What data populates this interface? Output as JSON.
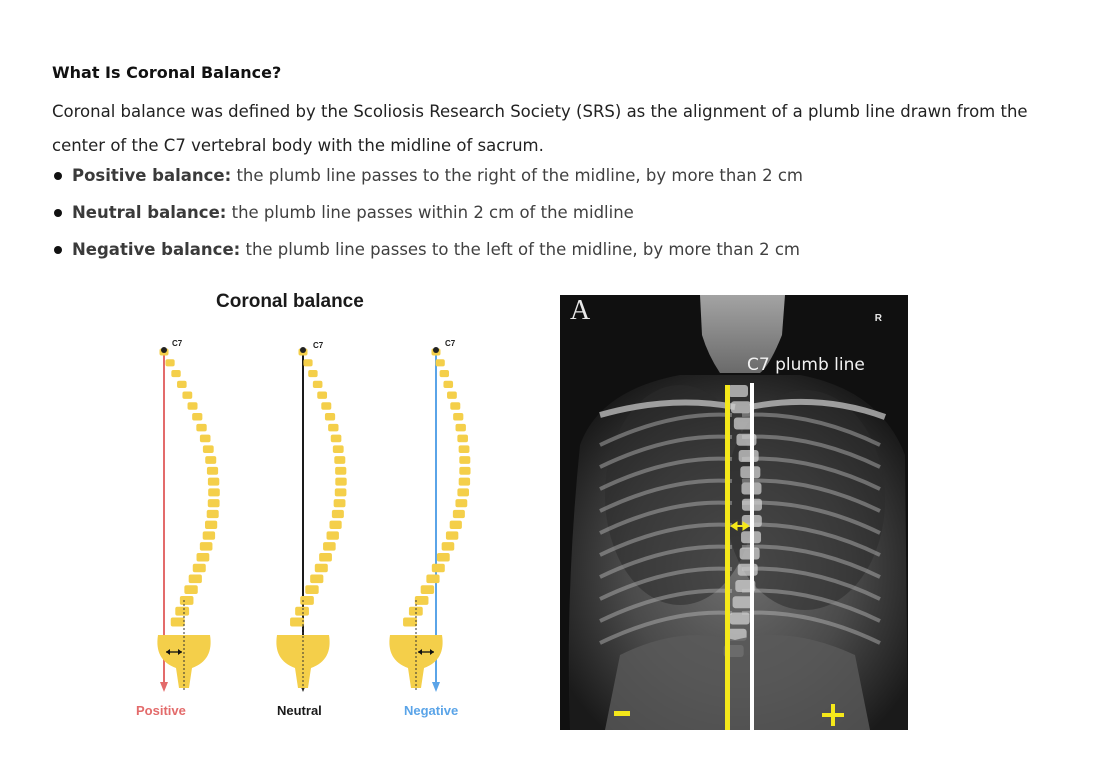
{
  "heading": "What Is Coronal Balance?",
  "paragraph": "Coronal balance was defined by the Scoliosis Research Society (SRS) as the alignment of a plumb line drawn from the center of the C7 vertebral body with the midline of sacrum.",
  "bullets": [
    {
      "term": "Positive balance:",
      "text": " the plumb line passes to the right of the midline, by more than 2 cm"
    },
    {
      "term": "Neutral balance:",
      "text": " the plumb line passes within 2 cm of the midline"
    },
    {
      "term": "Negative balance:",
      "text": " the plumb line passes to the left of the midline, by more than 2 cm"
    }
  ],
  "figure": {
    "title": "Coronal balance",
    "vertebra_label": "C7",
    "spines": [
      {
        "label": "Positive",
        "color": "#e36b6b"
      },
      {
        "label": "Neutral",
        "color": "#1a1a1a"
      },
      {
        "label": "Negative",
        "color": "#5aa4e8"
      }
    ],
    "spine_fill": "#f4cf4a"
  },
  "xray": {
    "panel_letter": "A",
    "side_marker": "R",
    "plumb_label": "C7 plumb line",
    "minus_sign": "−",
    "plus_sign": "+",
    "sacral_line_color": "#f5e81a",
    "plumb_line_color": "#ffffff"
  }
}
